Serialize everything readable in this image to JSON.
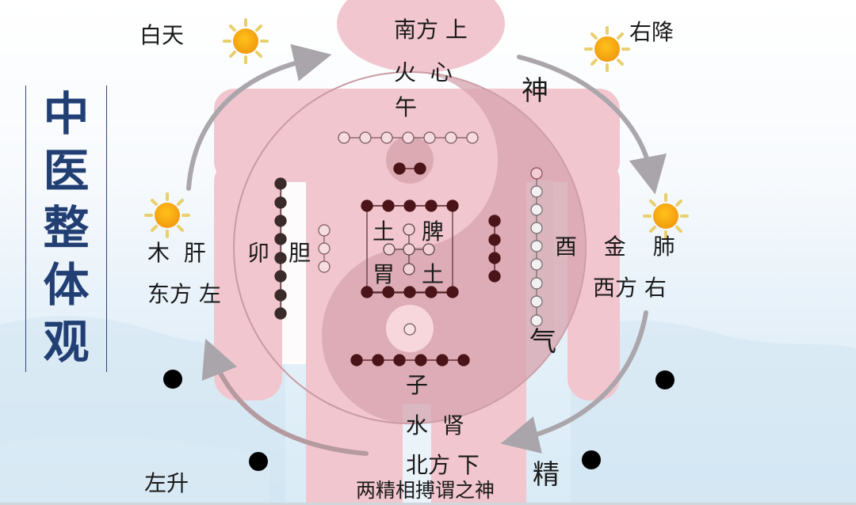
{
  "title": {
    "chars": [
      "中",
      "医",
      "整",
      "体",
      "观"
    ],
    "color": "#223f74"
  },
  "corners": {
    "top_left": "白天",
    "top_right": "右降",
    "bottom_left": "左升"
  },
  "south": {
    "line1": "南方 上",
    "line2": "火  心",
    "branch": "午"
  },
  "north": {
    "branch": "子",
    "line1": "水  肾",
    "line2": "北方 下",
    "caption": "两精相搏谓之神"
  },
  "east": {
    "line1": "木  肝",
    "branch": "卯",
    "organ": "胆",
    "line2": "东方 左"
  },
  "west": {
    "line1": "酉  金  肺",
    "line2": "西方 右"
  },
  "center": {
    "top_left": "土",
    "top_right": "脾",
    "bottom_left": "胃",
    "bottom_right": "土"
  },
  "essences": {
    "shen": "神",
    "qi": "气",
    "jing": "精"
  },
  "icons": {
    "sun": "sun-icon",
    "night": "black-dot-icon",
    "arrow": "curved-arrow-icon"
  },
  "colors": {
    "body": "#f2c6cf",
    "yinyang_dark": "#d9a7b0",
    "filled_dot": "#4a1418",
    "dark_dot_left": "#3a2a2a",
    "hollow_dot_stroke": "#7a5a5e",
    "arrow": "#a8a4a8",
    "sun": "#f7a81b",
    "ray": "#e9cf6e"
  }
}
